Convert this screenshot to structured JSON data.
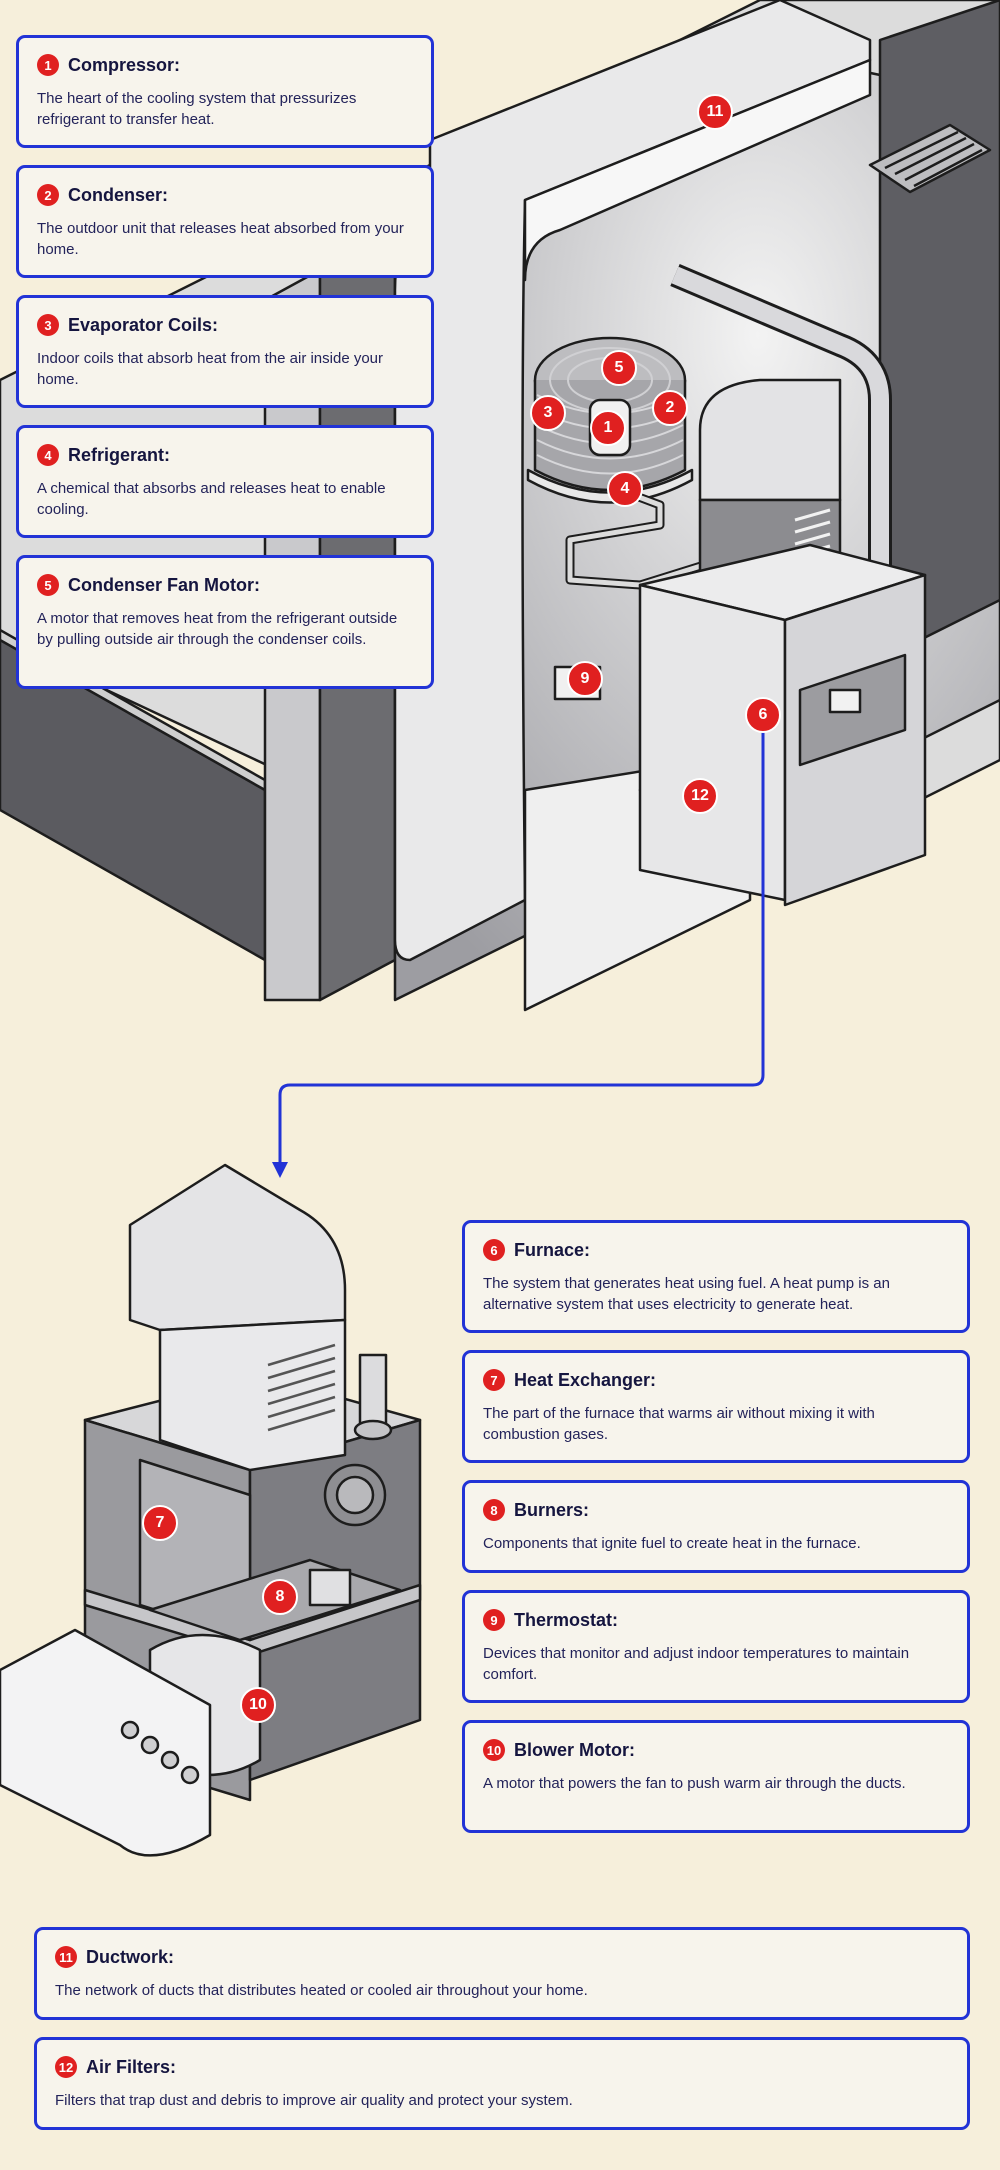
{
  "colors": {
    "background": "#f6efdb",
    "card_border": "#2233d6",
    "badge_red": "#e02020",
    "text_dark": "#1b1b4a"
  },
  "components": [
    {
      "num": "1",
      "title": "Compressor:",
      "desc": "The heart of the cooling system that pressurizes refrigerant to transfer heat."
    },
    {
      "num": "2",
      "title": "Condenser:",
      "desc": "The outdoor unit that releases heat absorbed from your home."
    },
    {
      "num": "3",
      "title": "Evaporator Coils:",
      "desc": "Indoor coils that absorb heat from the air inside your home."
    },
    {
      "num": "4",
      "title": "Refrigerant:",
      "desc": "A chemical that absorbs and releases heat to enable cooling."
    },
    {
      "num": "5",
      "title": "Condenser Fan Motor:",
      "desc": "A motor that removes heat from the refrigerant outside by pulling outside air through the condenser coils."
    },
    {
      "num": "6",
      "title": "Furnace:",
      "desc": "The system that generates heat using fuel. A heat pump is an alternative system that uses electricity to generate heat."
    },
    {
      "num": "7",
      "title": "Heat Exchanger:",
      "desc": "The part of the furnace that warms air without mixing it with combustion gases."
    },
    {
      "num": "8",
      "title": "Burners:",
      "desc": "Components that ignite fuel to create heat in the furnace."
    },
    {
      "num": "9",
      "title": "Thermostat:",
      "desc": "Devices that monitor and adjust indoor temperatures to maintain comfort."
    },
    {
      "num": "10",
      "title": "Blower Motor:",
      "desc": "A motor that powers the fan to push warm air through the ducts."
    },
    {
      "num": "11",
      "title": "Ductwork:",
      "desc": "The network of ducts that distributes heated or cooled air throughout your home."
    },
    {
      "num": "12",
      "title": "Air Filters:",
      "desc": "Filters that trap dust and debris to improve air quality and protect your system."
    }
  ],
  "markers": {
    "m1": "1",
    "m2": "2",
    "m3": "3",
    "m4": "4",
    "m5": "5",
    "m6": "6",
    "m7": "7",
    "m8": "8",
    "m9": "9",
    "m10": "10",
    "m11": "11",
    "m12": "12"
  }
}
